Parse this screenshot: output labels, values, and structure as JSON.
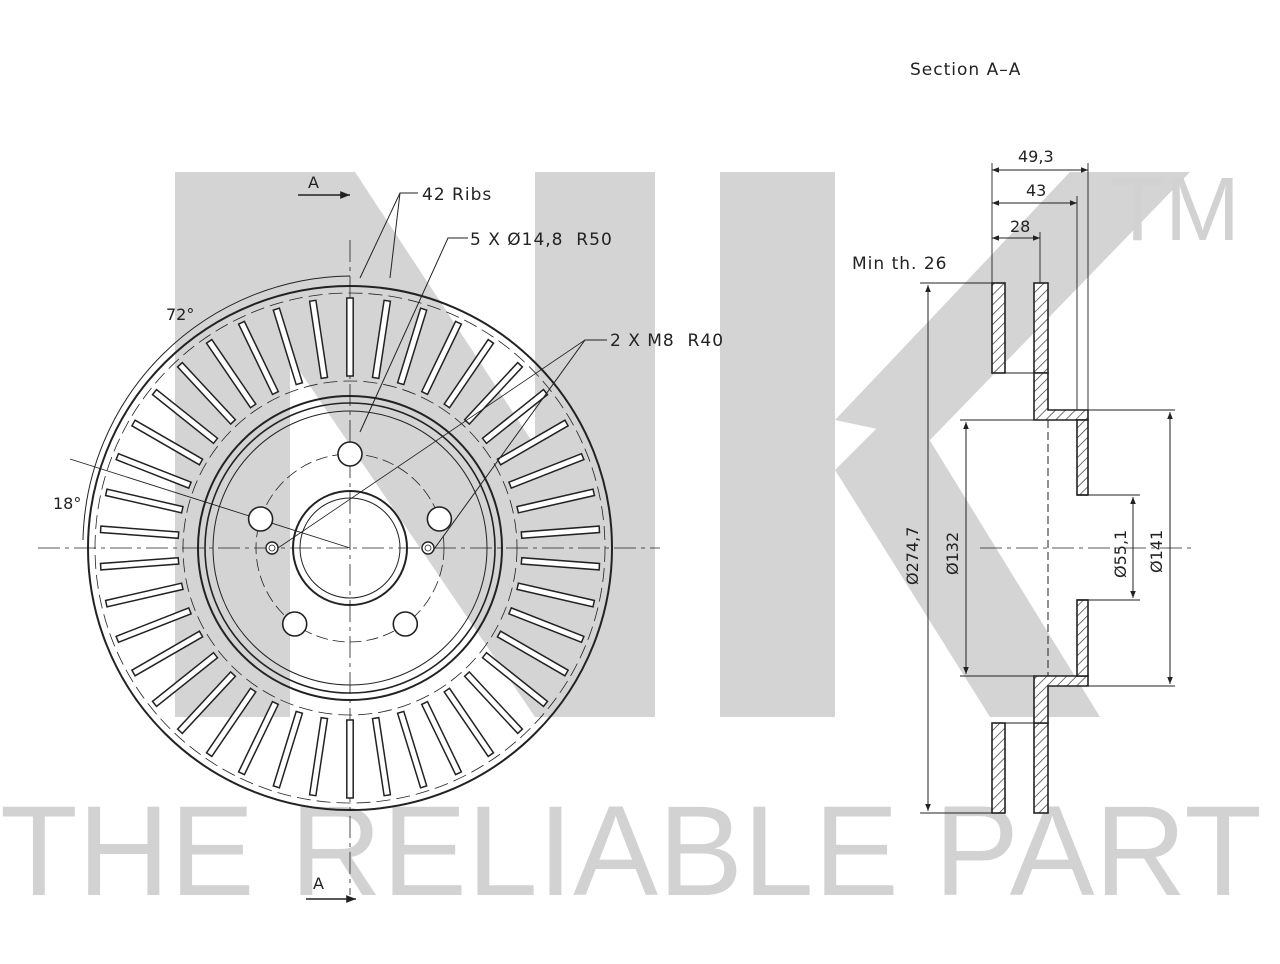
{
  "watermark": {
    "brand": "NK",
    "trademark": "TM",
    "tagline": "THE RELIABLE PART"
  },
  "front_view": {
    "ribs_label": "42 Ribs",
    "bolt_holes_label": "5 X Ø14,8  R50",
    "threaded_holes_label": "2 X M8  R40",
    "angle_top_label": "72°",
    "angle_side_label": "18°",
    "section_mark_top": "A",
    "section_mark_bottom": "A"
  },
  "section_view": {
    "title": "Section A–A",
    "min_thickness_label": "Min th. 26",
    "dims": {
      "overall_height": "49,3",
      "hat_height": "43",
      "disc_thickness": "28",
      "outer_diameter": "Ø274,7",
      "hat_outer_diameter": "Ø132",
      "center_bore": "Ø55,1",
      "flange_diameter": "Ø141"
    }
  }
}
